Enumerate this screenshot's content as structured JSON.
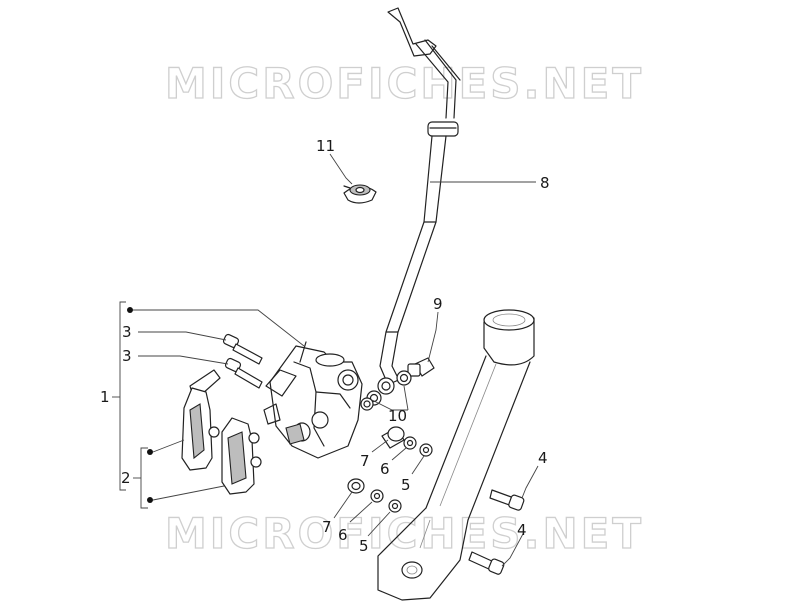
{
  "watermark": "MICROFICHES.NET",
  "labels": {
    "l1": "1",
    "l2": "2",
    "l3a": "3",
    "l3b": "3",
    "l4a": "4",
    "l4b": "4",
    "l5a": "5",
    "l5b": "5",
    "l6a": "6",
    "l6b": "6",
    "l7a": "7",
    "l7b": "7",
    "l8": "8",
    "l9": "9",
    "l10": "10",
    "l11": "11"
  }
}
